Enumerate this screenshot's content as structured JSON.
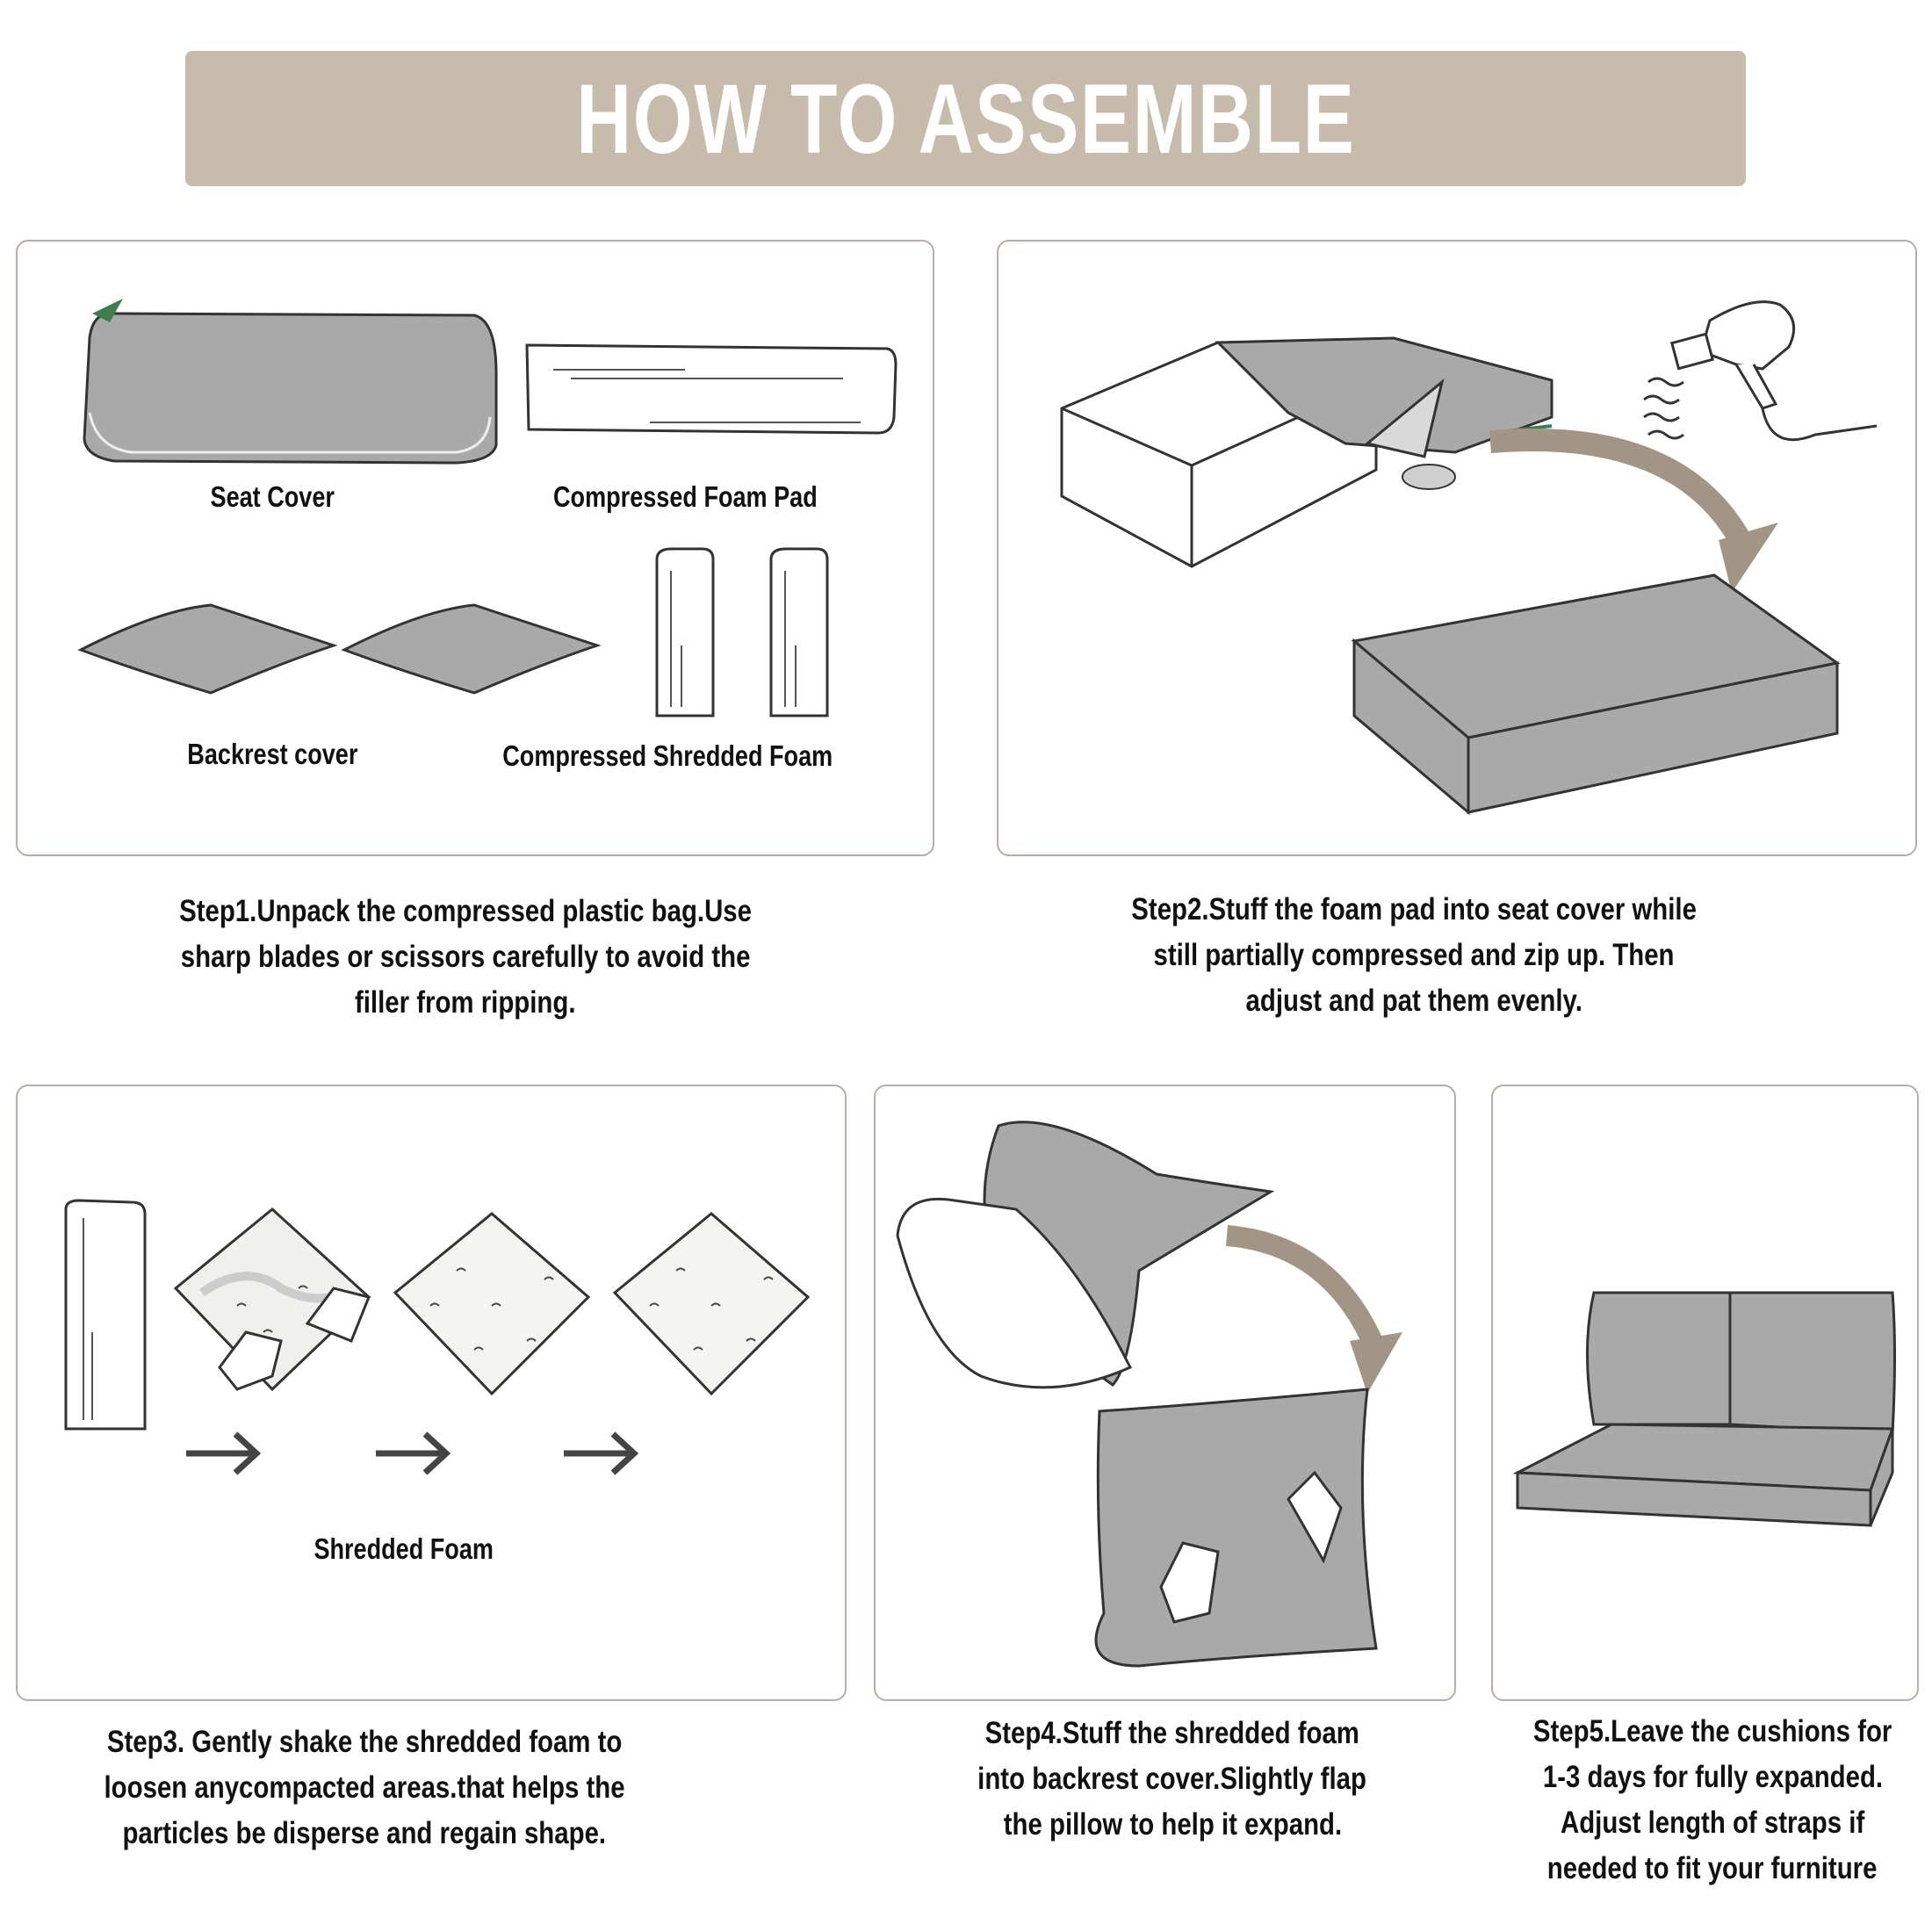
{
  "banner": {
    "title": "HOW TO ASSEMBLE"
  },
  "step1": {
    "labels": {
      "seat_cover": "Seat Cover",
      "foam_pad": "Compressed Foam Pad",
      "backrest_cover": "Backrest cover",
      "shredded_foam": "Compressed Shredded Foam"
    },
    "caption": [
      "Step1.Unpack the compressed plastic bag.Use",
      "sharp blades or scissors carefully to avoid the",
      "filler from ripping."
    ]
  },
  "step2": {
    "caption": [
      "Step2.Stuff the foam pad into seat cover while",
      "still partially compressed and zip up. Then",
      "adjust and pat them evenly."
    ]
  },
  "step3": {
    "label": "Shredded Foam",
    "caption": [
      "Step3. Gently shake the shredded foam to",
      "loosen anycompacted areas.that helps the",
      "particles be disperse and regain shape."
    ]
  },
  "step4": {
    "caption": [
      "Step4.Stuff the shredded foam",
      "into backrest cover.Slightly flap",
      "the pillow to help it expand."
    ]
  },
  "step5": {
    "caption": [
      "Step5.Leave the cushions for",
      "1-3 days for fully expanded.",
      "Adjust length of straps if",
      "needed to fit your furniture"
    ]
  },
  "colors": {
    "banner": "#c7bcac",
    "panel_border": "#b8aea4",
    "cushion_gray": "#a9a9a9",
    "arrow_brown": "#a39585",
    "zip_green": "#3f7d4f"
  }
}
